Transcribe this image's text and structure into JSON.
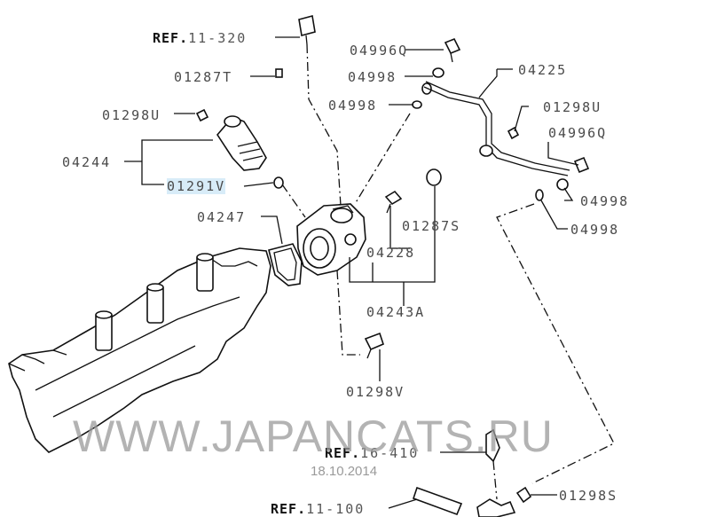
{
  "refs": {
    "ref_11_320": {
      "prefix": "REF.",
      "number": "11-320"
    },
    "ref_16_410": {
      "prefix": "REF.",
      "number": "16-410"
    },
    "ref_11_100": {
      "prefix": "REF.",
      "number": "11-100"
    }
  },
  "parts": {
    "p04996q_top": "04996Q",
    "p04998_a": "04998",
    "p04998_b": "04998",
    "p04225": "04225",
    "p01287t": "01287T",
    "p01298u_left": "01298U",
    "p01298u_right": "01298U",
    "p04996q_right": "04996Q",
    "p04244": "04244",
    "p01291v": "01291V",
    "p04998_c": "04998",
    "p04998_d": "04998",
    "p04247": "04247",
    "p01287s": "01287S",
    "p04228": "04228",
    "p04243a": "04243A",
    "p01298v": "01298V",
    "p01298s": "01298S"
  },
  "watermark": "WWW.JAPANCATS.RU",
  "date": "18.10.2014",
  "colors": {
    "line": "#111111",
    "label": "#4a4a4a",
    "highlight": "#d8ecf8",
    "watermark": "#9a9a9a"
  }
}
